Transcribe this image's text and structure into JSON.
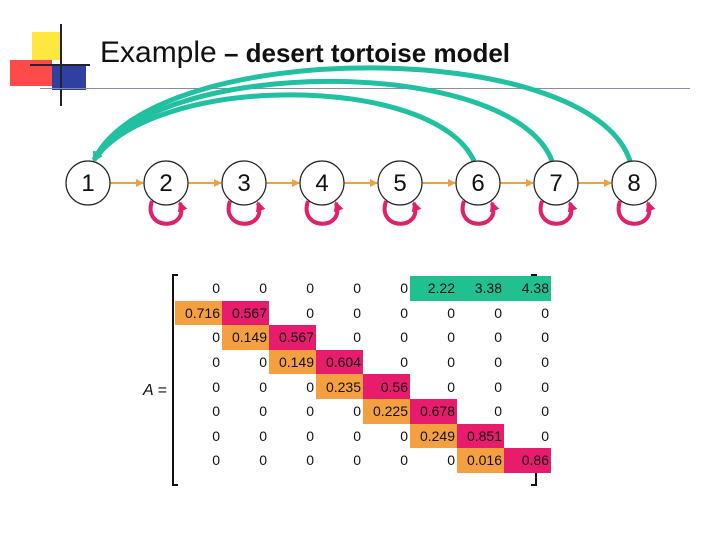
{
  "title": {
    "part1": "Example",
    "part2": " – desert tortoise model"
  },
  "stages": [
    "1",
    "2",
    "3",
    "4",
    "5",
    "6",
    "7",
    "8"
  ],
  "colors": {
    "node_fill": "#ffffff",
    "node_stroke": "#222222",
    "growth_arrow": "#f0a040",
    "stasis_arrow": "#e0206a",
    "fecundity_arrow": "#20c0a0",
    "cell_fecundity": "#20c090",
    "cell_growth": "#f4a040",
    "cell_stasis": "#e81c6c",
    "cell_zero": "#ffffff",
    "deco_yellow": "#ffe640",
    "deco_blue": "#3040a0",
    "deco_red": "#ff4040"
  },
  "matrix": {
    "label": "A =",
    "rows": [
      [
        "0",
        "0",
        "0",
        "0",
        "0",
        "2.22",
        "3.38",
        "4.38"
      ],
      [
        "0.716",
        "0.567",
        "0",
        "0",
        "0",
        "0",
        "0",
        "0"
      ],
      [
        "0",
        "0.149",
        "0.567",
        "0",
        "0",
        "0",
        "0",
        "0"
      ],
      [
        "0",
        "0",
        "0.149",
        "0.604",
        "0",
        "0",
        "0",
        "0"
      ],
      [
        "0",
        "0",
        "0",
        "0.235",
        "0.56",
        "0",
        "0",
        "0"
      ],
      [
        "0",
        "0",
        "0",
        "0",
        "0.225",
        "0.678",
        "0",
        "0"
      ],
      [
        "0",
        "0",
        "0",
        "0",
        "0",
        "0.249",
        "0.851",
        "0"
      ],
      [
        "0",
        "0",
        "0",
        "0",
        "0",
        "0",
        "0.016",
        "0.86"
      ]
    ],
    "cell_types": [
      [
        "z",
        "z",
        "z",
        "z",
        "z",
        "f",
        "f",
        "f"
      ],
      [
        "g",
        "s",
        "z",
        "z",
        "z",
        "z",
        "z",
        "z"
      ],
      [
        "z",
        "g",
        "s",
        "z",
        "z",
        "z",
        "z",
        "z"
      ],
      [
        "z",
        "z",
        "g",
        "s",
        "z",
        "z",
        "z",
        "z"
      ],
      [
        "z",
        "z",
        "z",
        "g",
        "s",
        "z",
        "z",
        "z"
      ],
      [
        "z",
        "z",
        "z",
        "z",
        "g",
        "s",
        "z",
        "z"
      ],
      [
        "z",
        "z",
        "z",
        "z",
        "z",
        "g",
        "s",
        "z"
      ],
      [
        "z",
        "z",
        "z",
        "z",
        "z",
        "z",
        "g",
        "s"
      ]
    ]
  }
}
